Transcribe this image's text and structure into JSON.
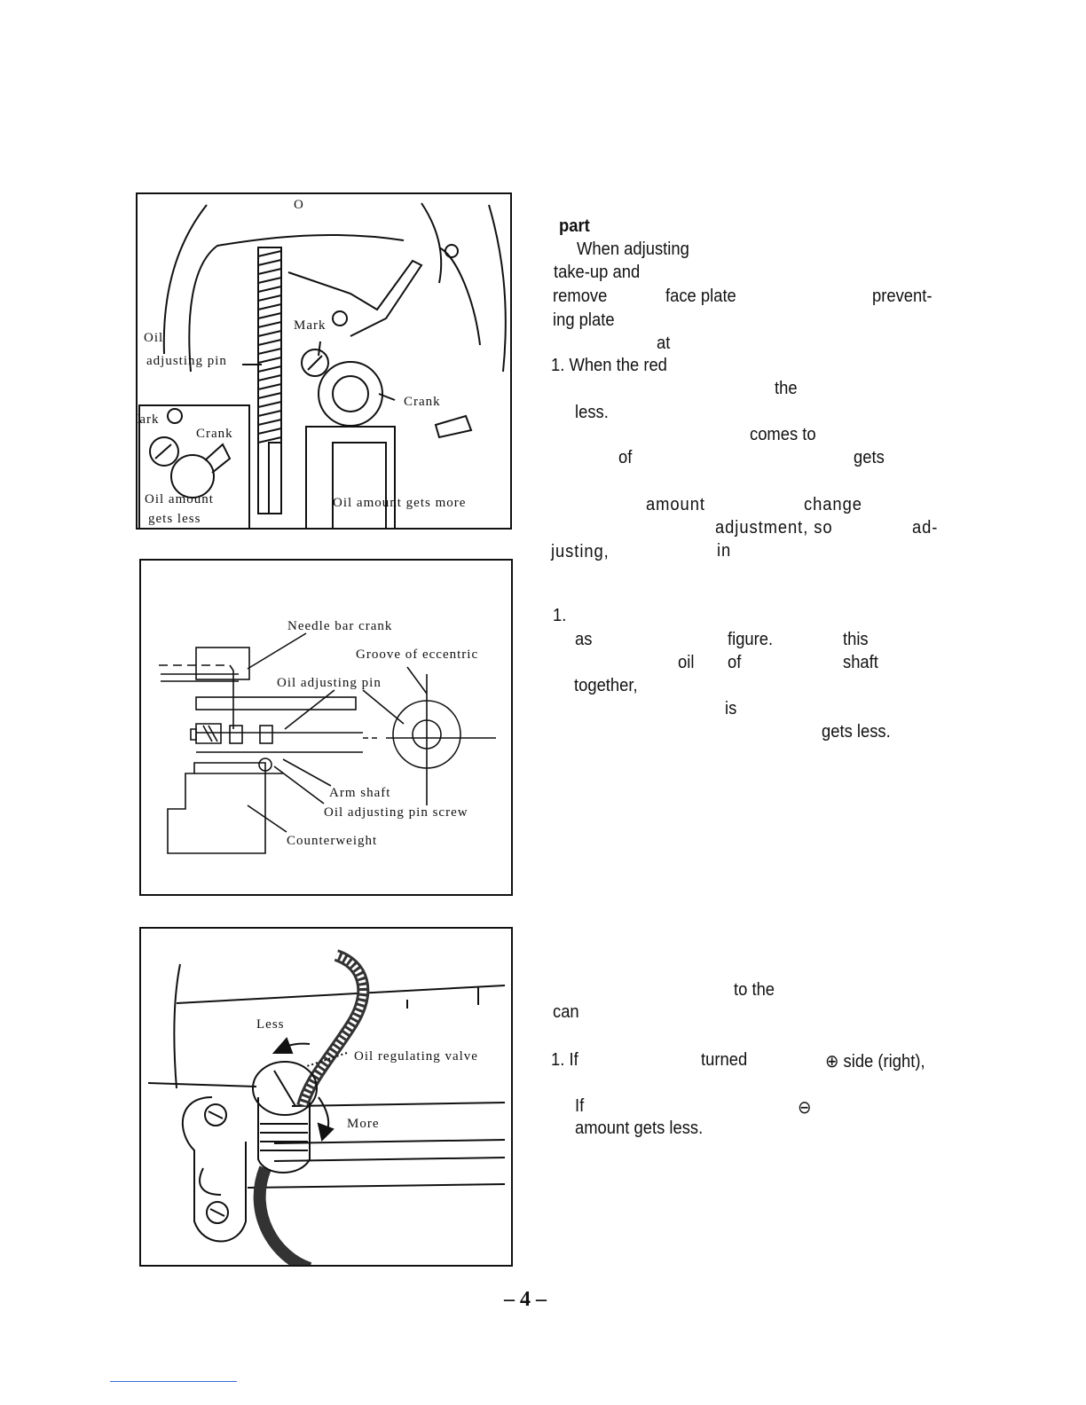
{
  "figure1": {
    "labels": {
      "oil": "Oil",
      "adjusting_pin": "adjusting pin",
      "mark_top": "Mark",
      "crank_right": "Crank",
      "mark_inset": "Mark",
      "crank_inset": "Crank",
      "oil_amount": "Oil amount",
      "gets_less": "gets less",
      "oil_amount_gets_more": "Oil amount gets more",
      "small_circle": "O"
    }
  },
  "figure2": {
    "labels": {
      "needle_bar_crank": "Needle bar crank",
      "groove": "Groove of eccentric",
      "oil_adjusting_pin": "Oil adjusting pin",
      "arm_shaft": "Arm shaft",
      "oil_adjusting_pin_screw": "Oil adjusting pin screw",
      "counterweight": "Counterweight"
    }
  },
  "figure3": {
    "labels": {
      "less": "Less",
      "oil_regulating_valve": "Oil regulating valve",
      "more": "More"
    }
  },
  "text": {
    "t1": "part",
    "t2": "When adjusting",
    "t3": "take-up and",
    "t4a": "remove",
    "t4b": "face plate",
    "t4c": "prevent-",
    "t5": "ing plate",
    "t6": "at",
    "t7": "1. When the red",
    "t8": "the",
    "t9": "less.",
    "t10": "comes to",
    "t11a": "of",
    "t11b": "gets",
    "t12a": "amount",
    "t12b": "change",
    "t13a": "adjustment, so",
    "t13b": "ad-",
    "t14a": "justing,",
    "t14b": "in",
    "t15": "1.",
    "t16a": "as",
    "t16b": "figure.",
    "t16c": "this",
    "t17a": "oil",
    "t17b": "of",
    "t17c": "shaft",
    "t18": "together,",
    "t19": "is",
    "t20": "gets less.",
    "t21": "to the",
    "t22": "can",
    "t23a": "1. If",
    "t23b": "turned",
    "t23c": "⊕ side (right),",
    "t24a": "If",
    "t24b": "⊖",
    "t25": "amount gets less."
  },
  "page_number": "– 4 –"
}
